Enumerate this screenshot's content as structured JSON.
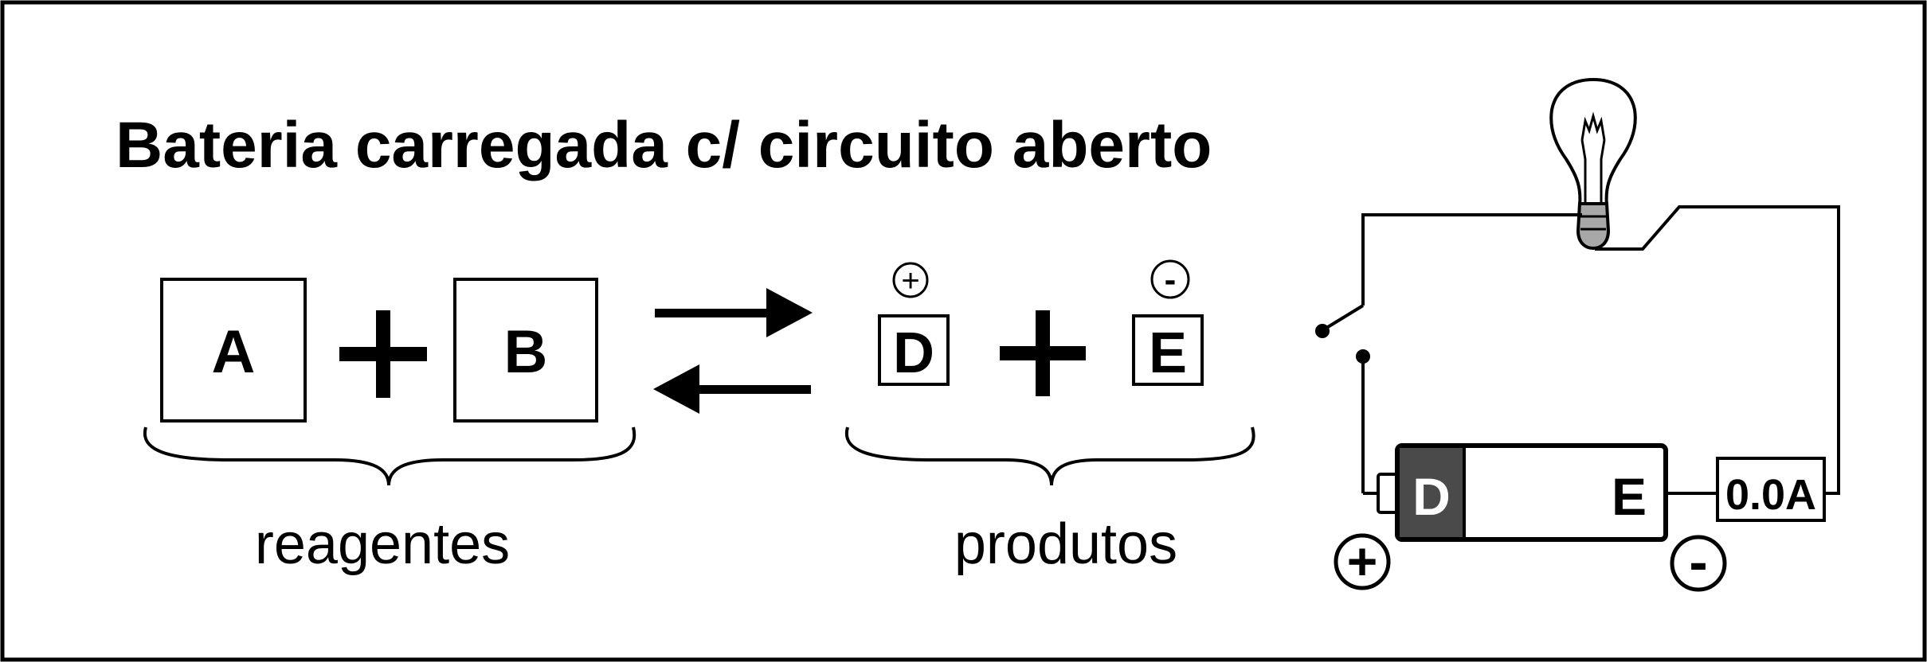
{
  "title": "Bateria carregada c/ circuito aberto",
  "reaction": {
    "reagent_a": "A",
    "reagent_b": "B",
    "product_d": "D",
    "product_e": "E",
    "reagents_label": "reagentes",
    "products_label": "produtos",
    "plus_symbol": "+",
    "minus_symbol": "-"
  },
  "circuit": {
    "battery_left_label": "D",
    "battery_right_label": "E",
    "ammeter_reading": "0.0A",
    "terminal_positive": "+",
    "terminal_negative": "-",
    "switch_state": "open"
  },
  "colors": {
    "ink": "#000000",
    "battery_d_fill": "#4a4a4a",
    "bulb_base_fill": "#a8a8a8"
  }
}
